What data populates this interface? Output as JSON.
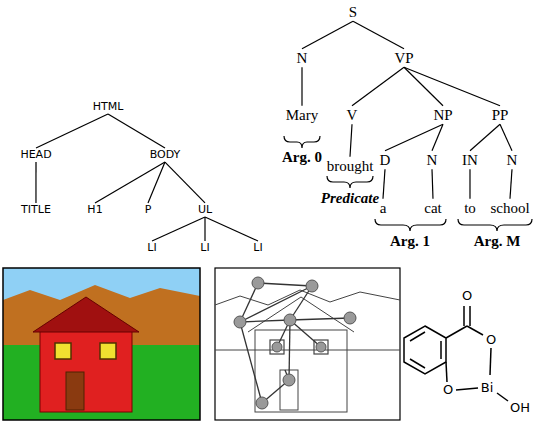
{
  "diagram": {
    "nodes": [
      {
        "text": [
          "HTML"
        ]
      },
      {
        "text": [
          "HEAD"
        ]
      },
      {
        "text": [
          "BODY"
        ]
      },
      {
        "text": [
          "TITLE"
        ]
      },
      {
        "text": [
          "H1"
        ]
      },
      {
        "text": [
          "P"
        ]
      },
      {
        "text": [
          "UL"
        ]
      },
      {
        "text": [
          "LI"
        ]
      },
      {
        "text": [
          "LI"
        ]
      },
      {
        "text": [
          "LI"
        ]
      },
      {
        "text": [
          "S"
        ]
      },
      {
        "text": [
          "N"
        ]
      },
      {
        "text": [
          "VP"
        ]
      },
      {
        "text": [
          "Mary"
        ]
      },
      {
        "text": [
          "V"
        ]
      },
      {
        "text": [
          "NP"
        ]
      },
      {
        "text": [
          "PP"
        ]
      },
      {
        "text": [
          "brought"
        ]
      },
      {
        "text": [
          "D"
        ]
      },
      {
        "text": [
          "N"
        ]
      },
      {
        "text": [
          "IN"
        ]
      },
      {
        "text": [
          "N"
        ]
      },
      {
        "text": [
          "a"
        ]
      },
      {
        "text": [
          "cat"
        ]
      },
      {
        "text": [
          "to"
        ]
      },
      {
        "text": [
          "school"
        ]
      }
    ],
    "edges": [
      {
        "from": 0,
        "to": 1,
        "arrow": "none"
      },
      {
        "from": 0,
        "to": 2,
        "arrow": "none"
      },
      {
        "from": 1,
        "to": 3,
        "arrow": "none"
      },
      {
        "from": 2,
        "to": 4,
        "arrow": "none"
      },
      {
        "from": 2,
        "to": 5,
        "arrow": "none"
      },
      {
        "from": 2,
        "to": 6,
        "arrow": "none"
      },
      {
        "from": 6,
        "to": 7,
        "arrow": "none"
      },
      {
        "from": 6,
        "to": 8,
        "arrow": "none"
      },
      {
        "from": 6,
        "to": 9,
        "arrow": "none"
      },
      {
        "from": 10,
        "to": 11,
        "arrow": "none"
      },
      {
        "from": 10,
        "to": 12,
        "arrow": "none"
      },
      {
        "from": 11,
        "to": 13,
        "arrow": "none"
      },
      {
        "from": 12,
        "to": 14,
        "arrow": "none"
      },
      {
        "from": 12,
        "to": 15,
        "arrow": "none"
      },
      {
        "from": 12,
        "to": 16,
        "arrow": "none"
      },
      {
        "from": 14,
        "to": 17,
        "arrow": "none"
      },
      {
        "from": 15,
        "to": 18,
        "arrow": "none"
      },
      {
        "from": 15,
        "to": 19,
        "arrow": "none"
      },
      {
        "from": 16,
        "to": 20,
        "arrow": "none"
      },
      {
        "from": 16,
        "to": 21,
        "arrow": "none"
      },
      {
        "from": 18,
        "to": 22,
        "arrow": "none"
      },
      {
        "from": 19,
        "to": 23,
        "arrow": "none"
      },
      {
        "from": 20,
        "to": 24,
        "arrow": "none"
      },
      {
        "from": 21,
        "to": 25,
        "arrow": "none"
      }
    ],
    "labels": [
      "Arg. 0",
      "Predicate",
      "Arg. 1",
      "Arg. M",
      "O",
      "O",
      "Bi",
      "OH",
      "O"
    ]
  }
}
